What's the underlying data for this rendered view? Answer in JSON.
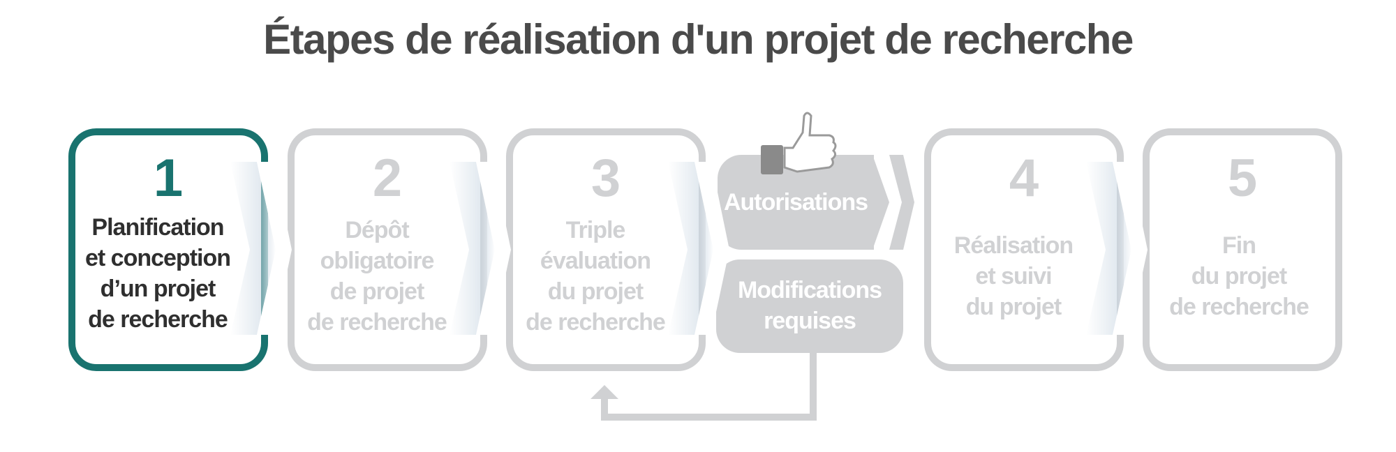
{
  "title": "Étapes de réalisation d'un projet de recherche",
  "steps": [
    {
      "number": "1",
      "lines": [
        "Planification",
        "et conception",
        "d’un projet",
        "de recherche"
      ]
    },
    {
      "number": "2",
      "lines": [
        "Dépôt",
        "obligatoire",
        "de projet",
        "de recherche"
      ]
    },
    {
      "number": "3",
      "lines": [
        "Triple",
        "évaluation",
        "du projet",
        "de recherche"
      ]
    },
    {
      "number": "4",
      "lines": [
        "Réalisation",
        "et suivi",
        "du projet"
      ]
    },
    {
      "number": "5",
      "lines": [
        "Fin",
        "du projet",
        "de recherche"
      ]
    }
  ],
  "branches": {
    "authorizations": "Autorisations",
    "modifications": [
      "Modifications",
      "requises"
    ]
  },
  "icons": {
    "approval": "thumbs-up-icon",
    "feedback": "arrow-up-icon"
  },
  "colors": {
    "active": "#19736f",
    "inactive": "#d0d1d3",
    "active_text": "#2f2f2f",
    "title": "#4a4a4a"
  }
}
